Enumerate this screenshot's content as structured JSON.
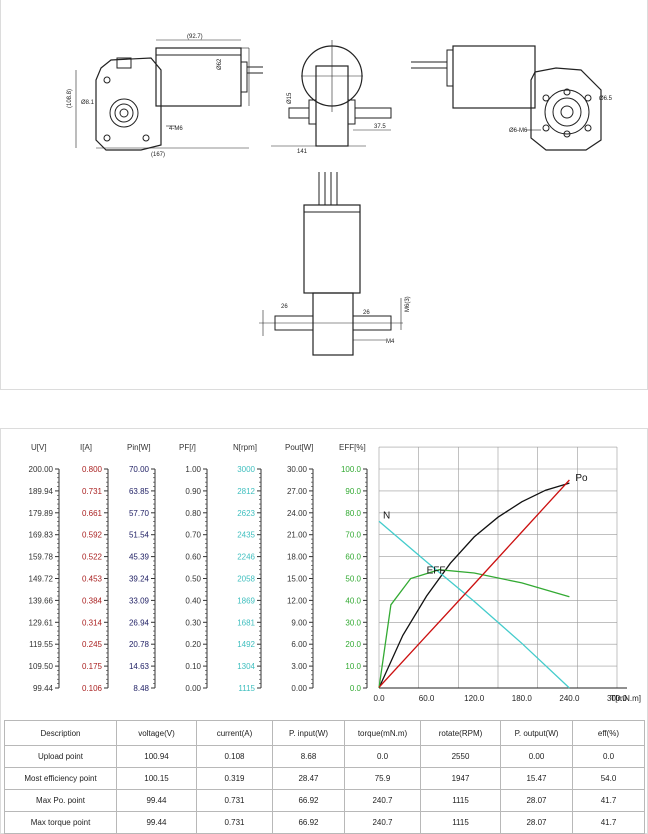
{
  "drawing": {
    "dims": {
      "d1": "(92.7)",
      "d2": "Ø62",
      "d3": "(108.8)",
      "d4": "Ø8.1",
      "d5": "(167)",
      "d6": "4-M6",
      "d7": "Ø15",
      "d8": "37.5",
      "d9": "141",
      "d10": "Ø6-M6",
      "d11": "Ø6.5",
      "d12": "26",
      "d13": "26",
      "d14": "M4",
      "d15": "M6(3)"
    }
  },
  "performance": {
    "columns": [
      {
        "header": "U[V]",
        "color": "#333333",
        "values": [
          "200.00",
          "189.94",
          "179.89",
          "169.83",
          "159.78",
          "149.72",
          "139.66",
          "129.61",
          "119.55",
          "109.50",
          "99.44"
        ]
      },
      {
        "header": "I[A]",
        "color": "#aa2222",
        "values": [
          "0.800",
          "0.731",
          "0.661",
          "0.592",
          "0.522",
          "0.453",
          "0.384",
          "0.314",
          "0.245",
          "0.175",
          "0.106"
        ]
      },
      {
        "header": "Pin[W]",
        "color": "#222266",
        "values": [
          "70.00",
          "63.85",
          "57.70",
          "51.54",
          "45.39",
          "39.24",
          "33.09",
          "26.94",
          "20.78",
          "14.63",
          "8.48"
        ]
      },
      {
        "header": "PF[/]",
        "color": "#333333",
        "values": [
          "1.00",
          "0.90",
          "0.80",
          "0.70",
          "0.60",
          "0.50",
          "0.40",
          "0.30",
          "0.20",
          "0.10",
          "0.00"
        ]
      },
      {
        "header": "N[rpm]",
        "color": "#3fbfbf",
        "values": [
          "3000",
          "2812",
          "2623",
          "2435",
          "2246",
          "2058",
          "1869",
          "1681",
          "1492",
          "1304",
          "1115"
        ]
      },
      {
        "header": "Pout[W]",
        "color": "#333333",
        "values": [
          "30.00",
          "27.00",
          "24.00",
          "21.00",
          "18.00",
          "15.00",
          "12.00",
          "9.00",
          "6.00",
          "3.00",
          "0.00"
        ]
      },
      {
        "header": "EFF[%]",
        "color": "#33aa33",
        "values": [
          "100.0",
          "90.0",
          "80.0",
          "70.0",
          "60.0",
          "50.0",
          "40.0",
          "30.0",
          "20.0",
          "10.0",
          "0.0"
        ]
      }
    ],
    "x_ticks": [
      "0.0",
      "60.0",
      "120.0",
      "180.0",
      "240.0",
      "300.0"
    ],
    "x_unit": "T[mN.m]",
    "curve_labels": {
      "po": "Po",
      "n": "N",
      "eff": "EFF"
    },
    "colors": {
      "po": "#111111",
      "pin": "#cc1111",
      "n": "#44cccc",
      "eff": "#33aa33",
      "grid": "#9a9a9a"
    }
  },
  "chart_data": {
    "type": "line",
    "xlabel": "T[mN.m]",
    "xlim": [
      0,
      300
    ],
    "series": [
      {
        "name": "Po",
        "x": [
          0,
          30,
          60,
          90,
          120,
          150,
          180,
          210,
          240
        ],
        "y": [
          0,
          7.2,
          12.6,
          17.1,
          20.7,
          23.4,
          25.5,
          27.1,
          28.07
        ]
      },
      {
        "name": "N",
        "x": [
          0,
          60,
          120,
          180,
          240
        ],
        "y": [
          2550,
          2200,
          1860,
          1500,
          1115
        ]
      },
      {
        "name": "EFF",
        "x": [
          0,
          15,
          40,
          75.9,
          120,
          180,
          240
        ],
        "y": [
          0,
          38,
          50,
          54,
          52.5,
          48,
          41.7
        ]
      },
      {
        "x": [
          0,
          60,
          120,
          180,
          240
        ],
        "y": [
          8.68,
          23.2,
          37.7,
          52.3,
          66.92
        ]
      }
    ],
    "y_axes": {
      "U[V]": [
        99.44,
        200.0
      ],
      "I[A]": [
        0.106,
        0.8
      ],
      "Pin[W]": [
        8.48,
        70.0
      ],
      "PF[/]": [
        0,
        1
      ],
      "N[rpm]": [
        1115,
        3000
      ],
      "Pout[W]": [
        0,
        30
      ],
      "EFF[%]": [
        0,
        100
      ]
    }
  },
  "table": {
    "headers": [
      "Description",
      "voltage(V)",
      "current(A)",
      "P. input(W)",
      "torque(mN.m)",
      "rotate(RPM)",
      "P. output(W)",
      "eff(%)"
    ],
    "rows": [
      [
        "Upload point",
        "100.94",
        "0.108",
        "8.68",
        "0.0",
        "2550",
        "0.00",
        "0.0"
      ],
      [
        "Most efficiency point",
        "100.15",
        "0.319",
        "28.47",
        "75.9",
        "1947",
        "15.47",
        "54.0"
      ],
      [
        "Max Po. point",
        "99.44",
        "0.731",
        "66.92",
        "240.7",
        "1115",
        "28.07",
        "41.7"
      ],
      [
        "Max torque point",
        "99.44",
        "0.731",
        "66.92",
        "240.7",
        "1115",
        "28.07",
        "41.7"
      ]
    ]
  }
}
